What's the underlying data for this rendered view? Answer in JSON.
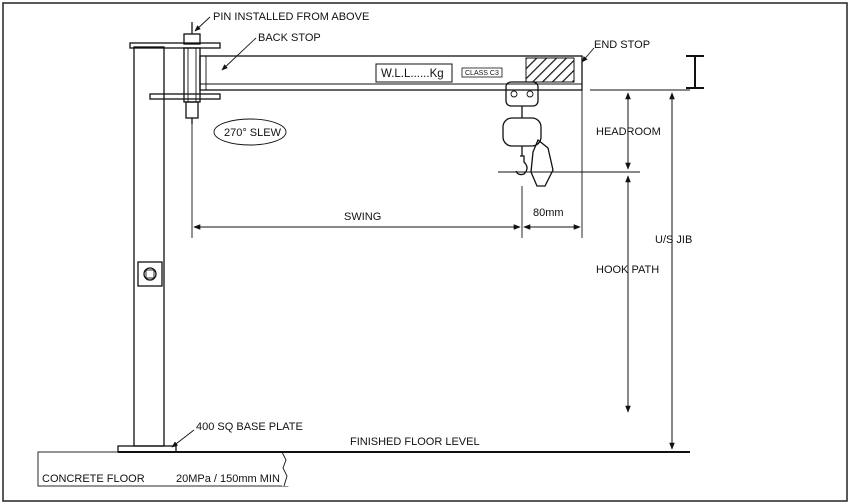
{
  "labels": {
    "pin": "PIN INSTALLED FROM ABOVE",
    "back_stop": "BACK STOP",
    "end_stop": "END STOP",
    "wll": "W.L.L......Kg",
    "class": "CLASS C3",
    "slew": "270° SLEW",
    "headroom": "HEADROOM",
    "swing": "SWING",
    "offset": "80mm",
    "us_jib": "U/S JIB",
    "hook_path": "HOOK PATH",
    "base_plate": "400 SQ BASE PLATE",
    "floor_level": "FINISHED FLOOR LEVEL",
    "concrete": "CONCRETE FLOOR",
    "concrete_spec": "20MPa / 150mm MIN"
  },
  "colors": {
    "line": "#111111",
    "background": "#ffffff",
    "border": "#222222"
  }
}
